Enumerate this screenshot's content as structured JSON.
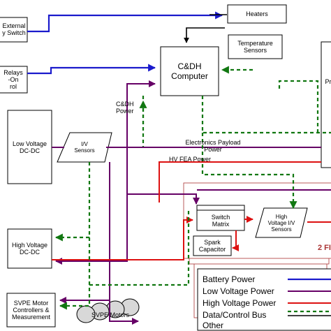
{
  "blocks": {
    "external_switch": "External\ny Switch",
    "relays": "Relays\n-On\nrol",
    "heaters": "Heaters",
    "cdh_computer": "C&DH\nComputer",
    "temperature_sensors": "Temperature\nSensors",
    "pr_fragment": "Pr",
    "low_voltage_dcdc": "Low Voltage\nDC-DC",
    "iv_sensors": "I/V\nSensors",
    "high_voltage_dcdc": "High Voltage\nDC-DC",
    "switch_matrix": "Switch\nMatrix",
    "hv_iv_sensors": "High\nVoltage I/V\nSensors",
    "spark_capacitor": "Spark\nCapacitor",
    "svpe_motor_controllers": "SVPE Motor\nControllers &\nMeasurement",
    "svpe_motors": "SVPE Motors"
  },
  "labels": {
    "cdh_power": "C&DH\nPower",
    "electronics_payload_power": "Electronics Payload\nPower",
    "hv_fea_power": "HV FEA Power",
    "two_fi": "2 FI"
  },
  "legend": {
    "items": [
      {
        "label": "Battery Power",
        "color": "#1a1acc",
        "style": "solid"
      },
      {
        "label": "Low Voltage Power",
        "color": "#660066",
        "style": "solid"
      },
      {
        "label": "High Voltage Power",
        "color": "#dd1111",
        "style": "solid"
      },
      {
        "label": "Data/Control Bus",
        "color": "#117711",
        "style": "dashed"
      },
      {
        "label": "Other",
        "color": "#000000",
        "style": "solid"
      }
    ]
  },
  "colors": {
    "battery": "#1a1acc",
    "low_voltage": "#660066",
    "high_voltage": "#dd1111",
    "data_bus": "#117711",
    "other": "#000000",
    "fea_panel": "#aa3333"
  }
}
